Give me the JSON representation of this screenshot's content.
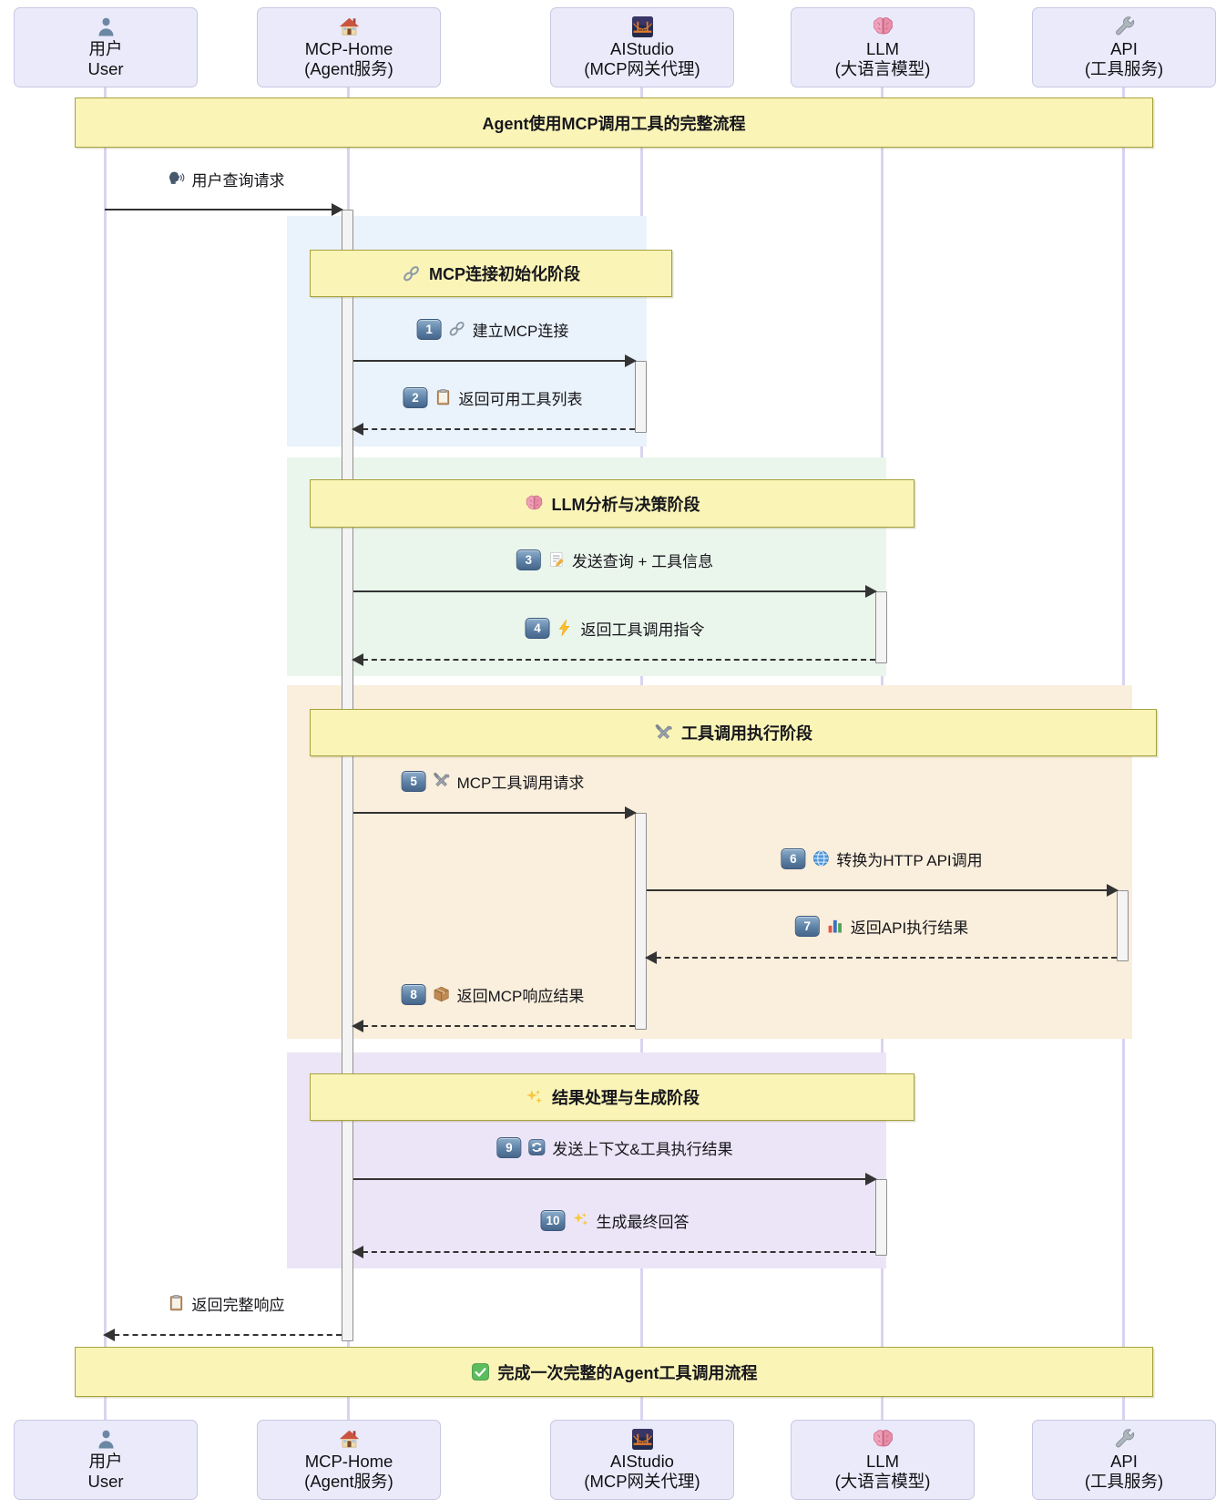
{
  "diagram": {
    "title_top": "Agent使用MCP调用工具的完整流程",
    "title_bottom": "完成一次完整的Agent工具调用流程"
  },
  "actors": [
    {
      "name": "用户",
      "subtitle": "User",
      "icon": "person-icon"
    },
    {
      "name": "MCP-Home",
      "subtitle": "(Agent服务)",
      "icon": "house-icon"
    },
    {
      "name": "AIStudio",
      "subtitle": "(MCP网关代理)",
      "icon": "bridge-icon"
    },
    {
      "name": "LLM",
      "subtitle": "(大语言模型)",
      "icon": "brain-icon"
    },
    {
      "name": "API",
      "subtitle": "(工具服务)",
      "icon": "wrench-icon"
    }
  ],
  "phases": [
    {
      "label": "MCP连接初始化阶段",
      "icon": "link-icon",
      "bg_color": "#EAF3FC"
    },
    {
      "label": "LLM分析与决策阶段",
      "icon": "brain-icon",
      "bg_color": "#EAF6EC"
    },
    {
      "label": "工具调用执行阶段",
      "icon": "tools-icon",
      "bg_color": "#FAEEDC"
    },
    {
      "label": "结果处理与生成阶段",
      "icon": "sparkles-icon",
      "bg_color": "#ECE5F7"
    }
  ],
  "messages": [
    {
      "num": "",
      "icon": "speaking-head-icon",
      "label": "用户查询请求",
      "from": "用户",
      "to": "MCP-Home",
      "style": "solid"
    },
    {
      "num": "1",
      "icon": "link-icon",
      "label": "建立MCP连接",
      "from": "MCP-Home",
      "to": "AIStudio",
      "style": "solid"
    },
    {
      "num": "2",
      "icon": "clipboard-icon",
      "label": "返回可用工具列表",
      "from": "AIStudio",
      "to": "MCP-Home",
      "style": "dashed"
    },
    {
      "num": "3",
      "icon": "memo-icon",
      "label": "发送查询 + 工具信息",
      "from": "MCP-Home",
      "to": "LLM",
      "style": "solid"
    },
    {
      "num": "4",
      "icon": "lightning-icon",
      "label": "返回工具调用指令",
      "from": "LLM",
      "to": "MCP-Home",
      "style": "dashed"
    },
    {
      "num": "5",
      "icon": "tools-icon",
      "label": "MCP工具调用请求",
      "from": "MCP-Home",
      "to": "AIStudio",
      "style": "solid"
    },
    {
      "num": "6",
      "icon": "globe-icon",
      "label": "转换为HTTP API调用",
      "from": "AIStudio",
      "to": "API",
      "style": "solid"
    },
    {
      "num": "7",
      "icon": "bar-chart-icon",
      "label": "返回API执行结果",
      "from": "API",
      "to": "AIStudio",
      "style": "dashed"
    },
    {
      "num": "8",
      "icon": "package-icon",
      "label": "返回MCP响应结果",
      "from": "AIStudio",
      "to": "MCP-Home",
      "style": "dashed"
    },
    {
      "num": "9",
      "icon": "refresh-icon",
      "label": "发送上下文&工具执行结果",
      "from": "MCP-Home",
      "to": "LLM",
      "style": "solid"
    },
    {
      "num": "10",
      "icon": "sparkles-icon",
      "label": "生成最终回答",
      "from": "LLM",
      "to": "MCP-Home",
      "style": "dashed"
    },
    {
      "num": "",
      "icon": "clipboard-icon",
      "label": "返回完整响应",
      "from": "MCP-Home",
      "to": "用户",
      "style": "dashed"
    }
  ],
  "colors": {
    "banner_fill": "#FAF4B7",
    "banner_border": "#A6A23E",
    "actor_fill": "#EAEAFA",
    "actor_border": "#C7C7E2",
    "lifeline": "#DAD3F0",
    "arrow": "#333333",
    "activation_fill": "#F4F4F4",
    "badge_blue": "#5D81A6"
  }
}
